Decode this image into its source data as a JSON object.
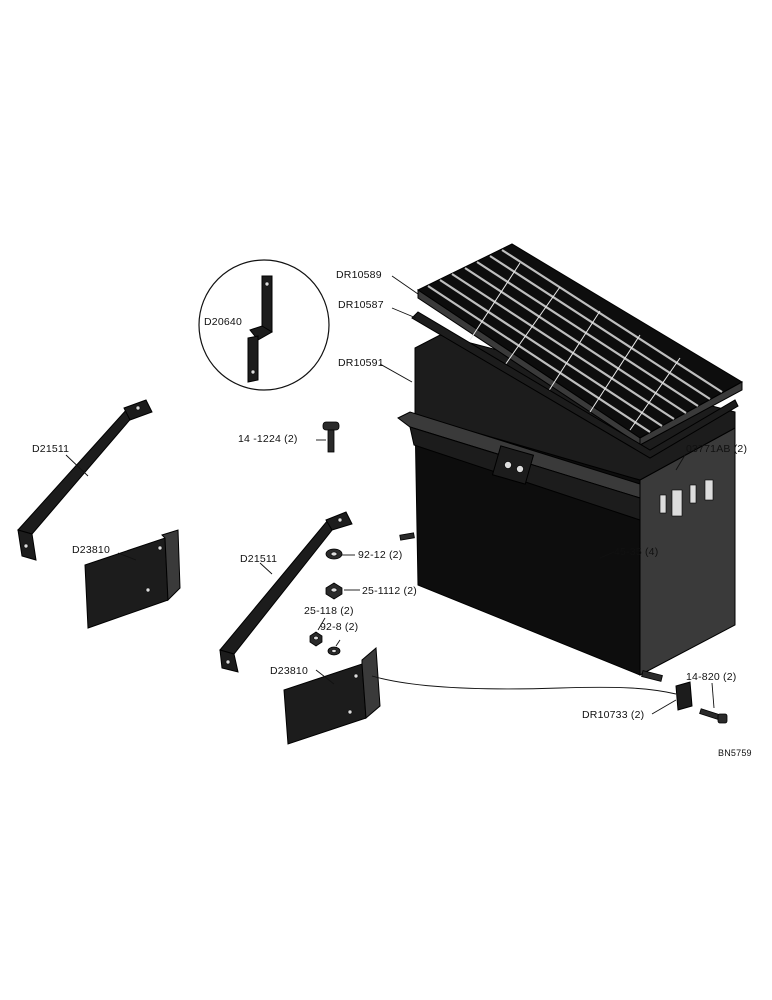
{
  "callouts": {
    "dr10589": "DR10589",
    "dr10587": "DR10587",
    "dr10591": "DR10591",
    "d20640": "D20640",
    "d21511_left": "D21511",
    "d21511_right": "D21511",
    "d23810_left": "D23810",
    "d23810_right": "D23810",
    "bolt_14_1224": "14 -1224 (2)",
    "washer_92_12": "92-12 (2)",
    "nut_25_1112": "25-1112 (2)",
    "nut_25_118": "25-118 (2)",
    "washer_92_8": "92-8 (2)",
    "part_03771ab": "03771AB (2)",
    "part_45_35": "45-35 (4)",
    "bolt_14_820": "14-820 (2)",
    "clip_dr10733": "DR10733 (2)"
  },
  "reference_code": "BN5759"
}
